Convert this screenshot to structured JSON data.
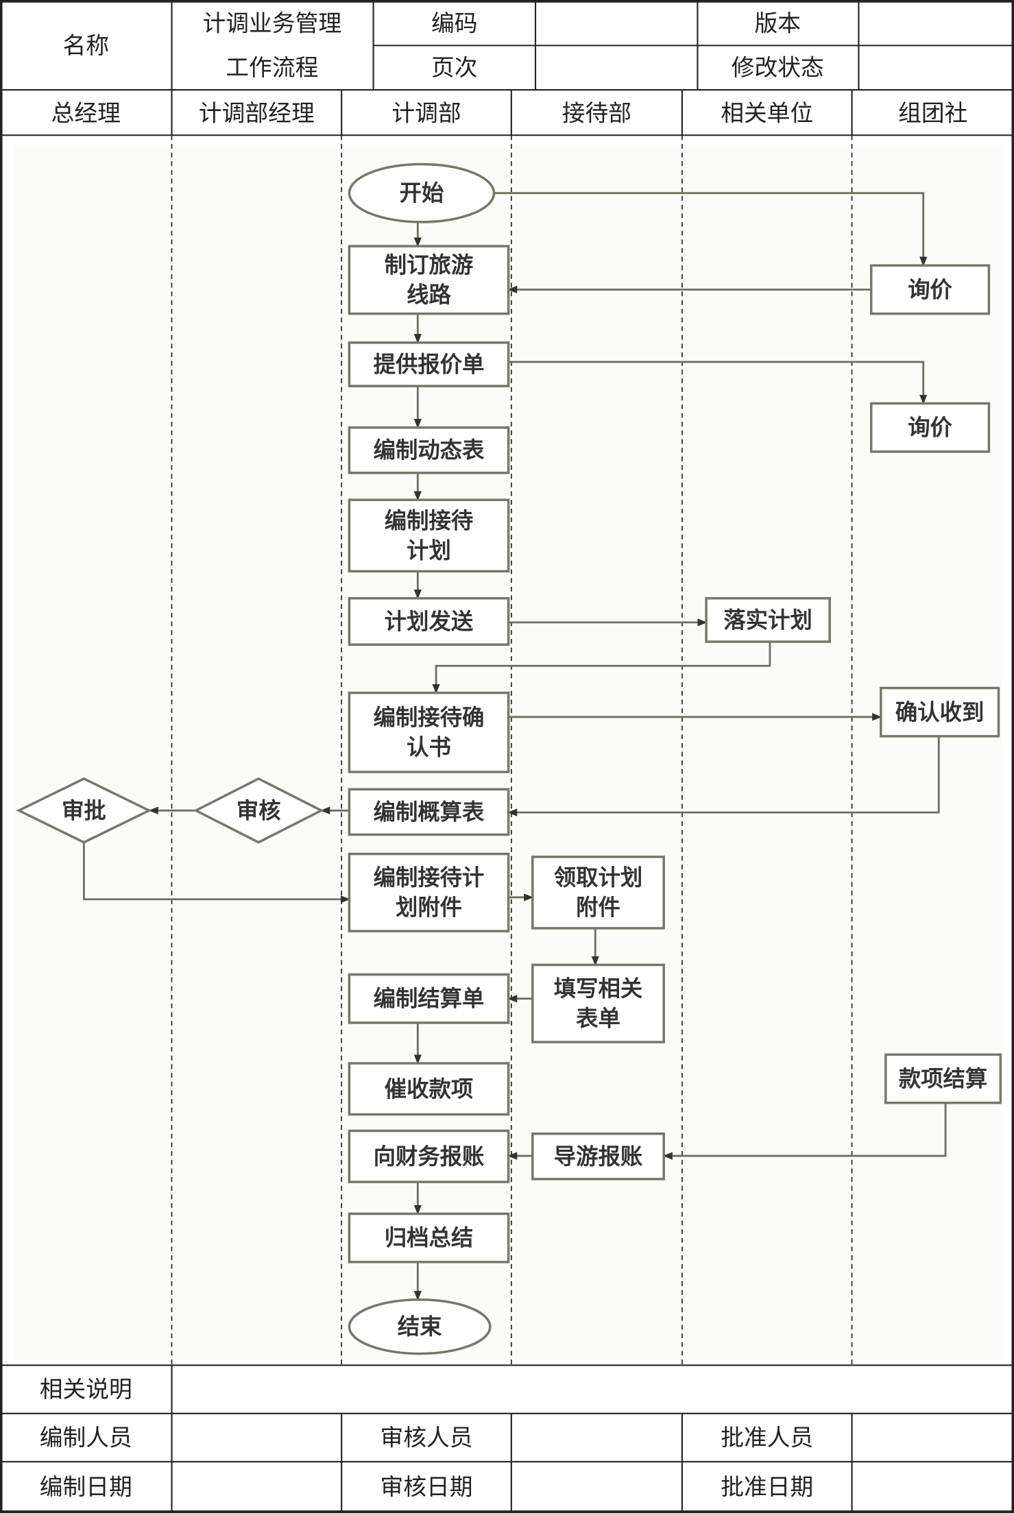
{
  "header": {
    "name_label": "名称",
    "title_line1": "计调业务管理",
    "title_line2": "工作流程",
    "code_label": "编码",
    "code_value": "",
    "version_label": "版本",
    "version_value": "",
    "page_label": "页次",
    "page_value": "",
    "revision_label": "修改状态",
    "revision_value": ""
  },
  "lanes": [
    "总经理",
    "计调部经理",
    "计调部",
    "接待部",
    "相关单位",
    "组团社"
  ],
  "nodes": {
    "start": [
      "开始"
    ],
    "route": [
      "制订旅游",
      "线路"
    ],
    "inquiry1": [
      "询价"
    ],
    "quote": [
      "提供报价单"
    ],
    "inquiry2": [
      "询价"
    ],
    "dynamic": [
      "编制动态表"
    ],
    "plan": [
      "编制接待",
      "计划"
    ],
    "send": [
      "计划发送"
    ],
    "implement": [
      "落实计划"
    ],
    "confirm": [
      "编制接待确",
      "认书"
    ],
    "received": [
      "确认收到"
    ],
    "budget": [
      "编制概算表"
    ],
    "review": [
      "审核"
    ],
    "approve": [
      "审批"
    ],
    "attach": [
      "编制接待计",
      "划附件"
    ],
    "fetch": [
      "领取计划",
      "附件"
    ],
    "fill": [
      "填写相关",
      "表单"
    ],
    "settle": [
      "编制结算单"
    ],
    "collect": [
      "催收款项"
    ],
    "payment": [
      "款项结算"
    ],
    "report_fin": [
      "向财务报账"
    ],
    "guide": [
      "导游报账"
    ],
    "archive": [
      "归档总结"
    ],
    "end": [
      "结束"
    ]
  },
  "footer": {
    "notes_label": "相关说明",
    "notes_value": "",
    "prepared_by": "编制人员",
    "reviewed_by": "审核人员",
    "approved_by": "批准人员",
    "prepared_date": "编制日期",
    "reviewed_date": "审核日期",
    "approved_date": "批准日期"
  }
}
